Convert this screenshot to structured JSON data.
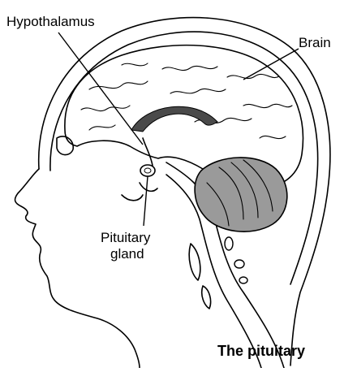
{
  "labels": {
    "hypothalamus": "Hypothalamus",
    "brain": "Brain",
    "pituitary_line1": "Pituitary",
    "pituitary_line2": "gland"
  },
  "caption": "The pituitary",
  "colors": {
    "line": "#000000",
    "cerebellum": "#9a9a9a",
    "corpus_callosum": "#4a4a4a",
    "background": "#ffffff"
  }
}
